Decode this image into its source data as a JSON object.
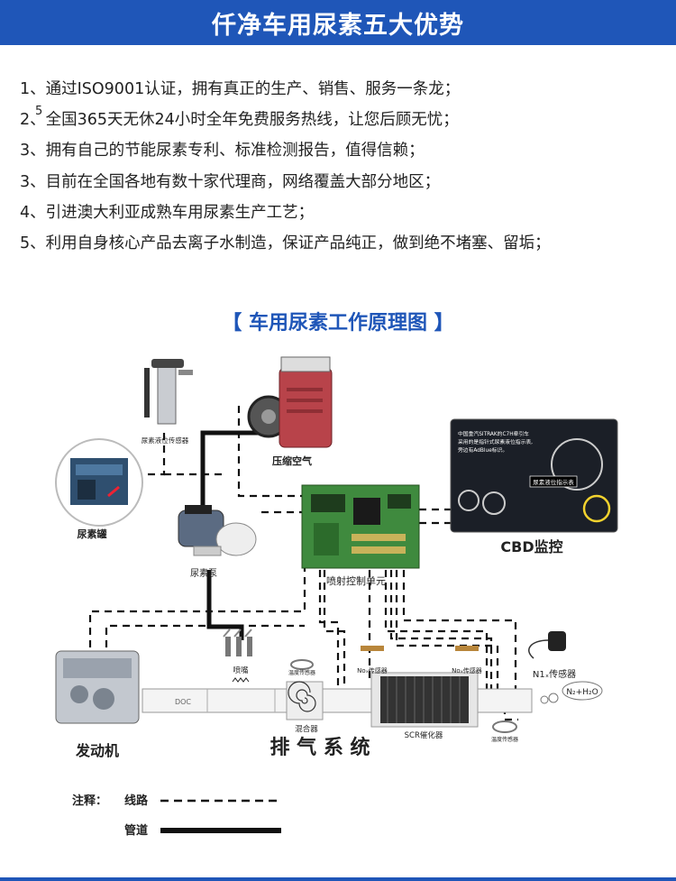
{
  "header": {
    "title": "仟净车用尿素五大优势"
  },
  "advantages": [
    "1、通过ISO9001认证，拥有真正的生产、销售、服务一条龙；",
    "2、全国365天无休24小时全年免费服务热线，让您后顾无忧；",
    "3、拥有自己的节能尿素专利、标准检测报告，值得信赖；",
    "3、目前在全国各地有数十家代理商，网络覆盖大部分地区；",
    "4、引进澳大利亚成熟车用尿素生产工艺；",
    "5、利用自身核心产品去离子水制造，保证产品纯正，做到绝不堵塞、留垢；"
  ],
  "stray_mark": "5",
  "diagram": {
    "title": "【 车用尿素工作原理图 】",
    "labels": {
      "level_sensor": "尿素液位传感器",
      "compressor": "压缩空气",
      "tank": "尿素罐",
      "pump": "尿素泵",
      "ecu": "喷射控制单元",
      "cbd": "CBD监控",
      "nozzle": "喷嘴",
      "temp_sensor_1": "温度传感器",
      "temp_sensor_2": "温度传感器",
      "nox_sensor_1": "Noₓ传感器",
      "nox_sensor_2": "Noₓ传感器",
      "n1_sensor": "N1ₓ传感器",
      "emission": "N₂+H₂O",
      "doc": "DOC",
      "mixer": "混合器",
      "scr": "SCR催化器",
      "engine": "发动机",
      "exhaust": "排 气 系 统"
    },
    "screen_text": {
      "line1": "中国重汽SITRAK的C7H牵引车",
      "line2": "采用的是指针式尿素液位指示表,",
      "line3": "旁边有AdBlue标识。",
      "gauge_tag": "尿素液位指示表"
    }
  },
  "legend": {
    "prefix": "注释：",
    "wire": "线路",
    "pipe": "管道"
  },
  "colors": {
    "brand_blue": "#1f56b8",
    "pump_red": "#b8434a",
    "board_green": "#3f8a3e"
  }
}
